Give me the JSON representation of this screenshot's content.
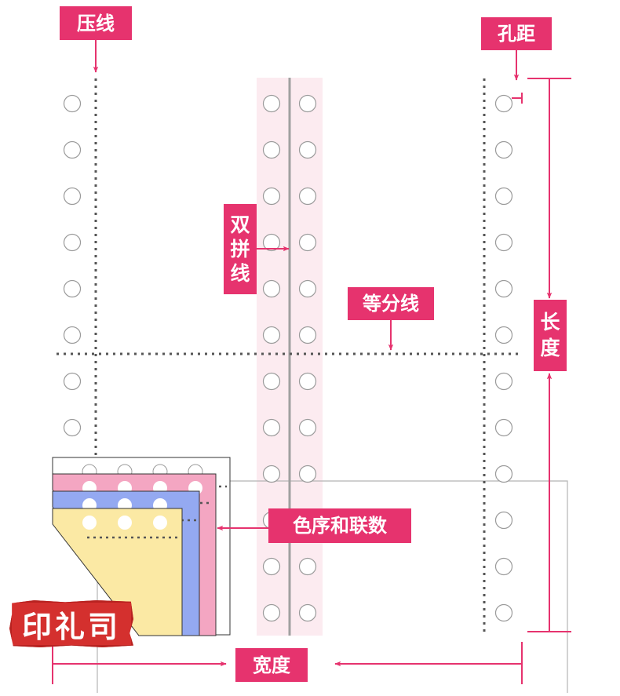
{
  "labels": {
    "crease_line": "压线",
    "hole_spacing": "孔距",
    "double_splice_line": "双拼线",
    "equal_division_line": "等分线",
    "length": "长度",
    "color_order_and_plies": "色序和联数",
    "width": "宽度"
  },
  "brand": {
    "seal_text": "印礼司",
    "registered_mark": "®"
  },
  "colors": {
    "accent": "#e6336e",
    "strip_tint": "#fcebf0",
    "splice_line": "#a0a0a0",
    "hole_outline": "#9a9a9a",
    "perforation": "#555555",
    "ply_white": "#ffffff",
    "ply_pink": "#f4a6c2",
    "ply_blue": "#94a9f1",
    "ply_yellow": "#fbe9a4",
    "seal_red": "#d4302e"
  }
}
